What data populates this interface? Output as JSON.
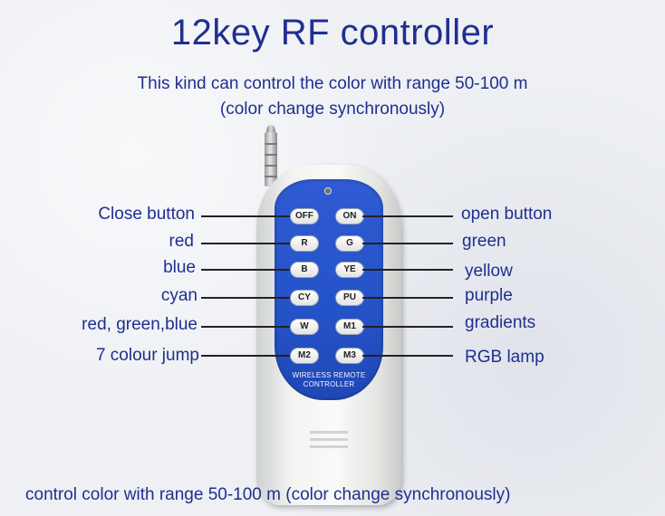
{
  "title": "12key RF controller",
  "subtitle_line1": "This kind can control the color with range 50-100 m",
  "subtitle_line2": "(color change synchronously)",
  "footer": "control color with range 50-100 m (color change synchronously)",
  "left_labels": [
    "Close button",
    "red",
    "blue",
    "cyan",
    "red, green,blue",
    "7 colour jump"
  ],
  "right_labels": [
    "open button",
    "green",
    "yellow",
    "purple",
    "gradients",
    "RGB lamp"
  ],
  "keys": [
    [
      "OFF",
      "ON"
    ],
    [
      "R",
      "G"
    ],
    [
      "B",
      "YE"
    ],
    [
      "CY",
      "PU"
    ],
    [
      "W",
      "M1"
    ],
    [
      "M2",
      "M3"
    ]
  ],
  "brand_line1": "WIRELESS REMOTE",
  "brand_line2": "CONTROLLER",
  "colors": {
    "text": "#1f2f8f",
    "panel": "#2452c7",
    "body": "#f3f4f2"
  }
}
